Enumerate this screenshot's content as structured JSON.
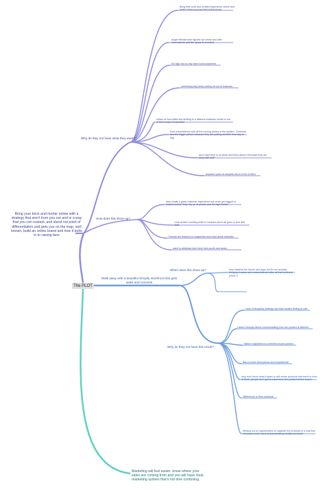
{
  "central": "The PLOT",
  "purple": {
    "summary": "Bring your brick and mortar online with a strategy that won't burn you out and in a way that you can sustain, and stand out point of differentiation and gets you on the map, well known, build an online brand and how it butts in to raising fans",
    "why_not": {
      "label": "Why do they not have what they want?",
      "items": [
        "Bring that local and curated experience online and make it feel cozy and feel of the brand",
        "Argan friends have figured out online and offer convenience and the space is crowded",
        "It's high risk to only have local customers",
        "something they keep putting off out of business",
        "reliant on foot traffic and shifting to a different business model or out of their scope of expertise",
        "Feel overwhelmed with all the moving pieces of the system. Someone and the bigger picture because they are putting out their fires day to day",
        "don't have time to sit down and think about it because they are busy with stuff",
        "physical space is tangible and in front of them"
      ]
    },
    "show_up": {
      "label": "How does this show up?",
      "items": [
        "they create a great customer experience but never get tagged or shared online? they rely on in person and it's high burden",
        "Look at their monthly profit or numbers and it all goes to rent and staff",
        "Friends are featured in magazines and have great websites",
        "want to celebrate their brick their worth and wears"
      ]
    }
  },
  "blue": {
    "summary": "Walk away with a beautiful Shopify storefront that gets sales and converts",
    "show_up": {
      "label": "When does this show up?",
      "items": [
        "they installed the theme and apps but it's not actually bringing in sales and underwhelmed after all their brothers' phone it",
        ""
      ]
    },
    "why_not": {
      "label": "Why do they not have this result?",
      "items": [
        "Lack of shopping strategy and that creates feeling at cart",
        "Haven't thought about communicating how the product is different",
        "Wasn't organized to a intention buyer journey",
        "Bad product descriptions and template/tail",
        "they don't know what it takes to sell online products that aren't in front of them; people don't get to experience the product before brand",
        "Differences in their products",
        "Missing out on opportunities to organize the products in a way that increases order value and purchasing multiple products"
      ]
    }
  },
  "teal": {
    "summary": "Marketing will feel easier, know where your sales are coming from and you will have clear marketing system that's not time confusing."
  },
  "colors": {
    "purple": "#8f8ce0",
    "blue": "#6e9de0",
    "teal": "#5fd0c4",
    "root_bg": "#dedede"
  }
}
